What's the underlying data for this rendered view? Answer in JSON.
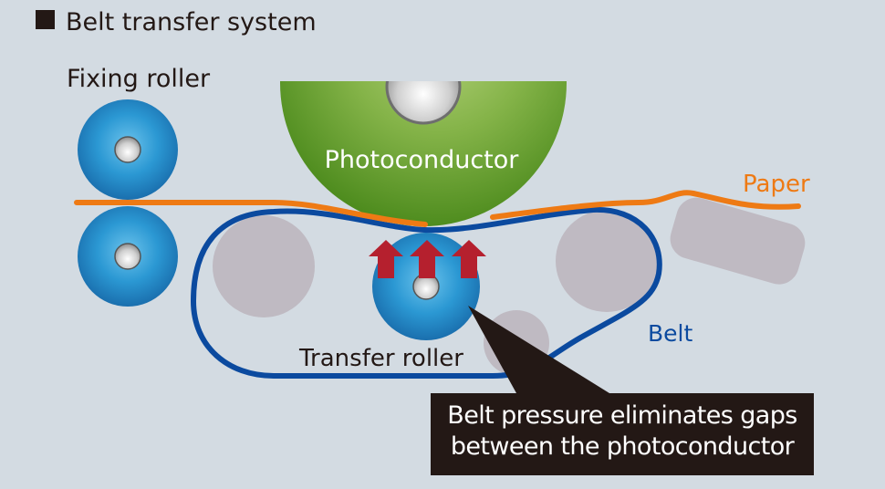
{
  "title": "Belt transfer system",
  "title_marker_icon": "square-bullet-icon",
  "labels": {
    "fixing_roller": "Fixing roller",
    "photoconductor": "Photoconductor",
    "paper": "Paper",
    "belt": "Belt",
    "transfer_roller": "Transfer roller"
  },
  "callout": {
    "line1": "Belt pressure eliminates gaps",
    "line2": "between the photoconductor"
  },
  "colors": {
    "background": "#d3dbe2",
    "paper": "#ee7a14",
    "belt": "#0b4a9f",
    "photoconductor": "#5a9a2a",
    "roller_blue": "#2a93cf",
    "idler_gray": "#bfbac2",
    "arrow_red": "#b5202e",
    "callout_bg": "#231815",
    "text_dark": "#231815"
  }
}
